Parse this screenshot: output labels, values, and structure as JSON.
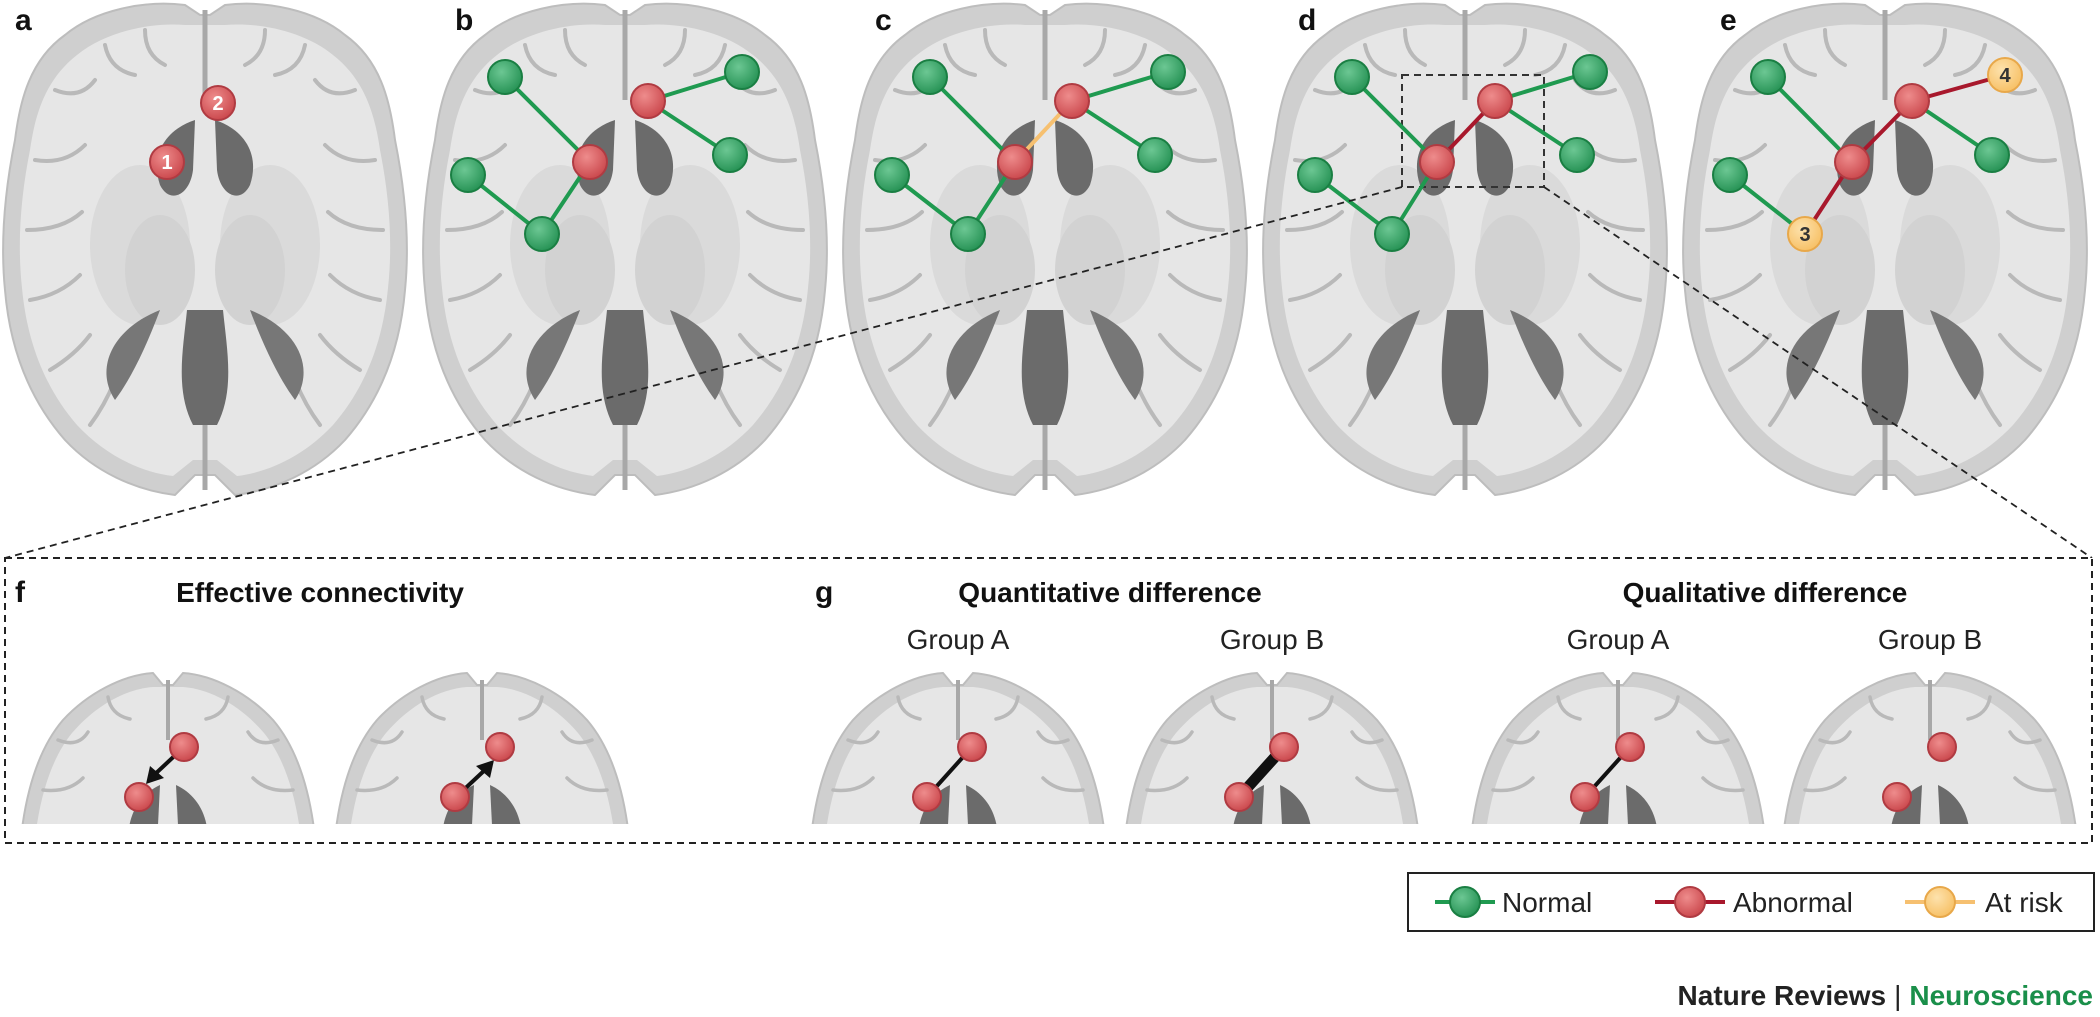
{
  "colors": {
    "normal": "#2f9e5f",
    "normal_edge": "#1f8a4c",
    "abnormal": "#d95b5b",
    "abnormal_edge": "#a8182c",
    "at_risk": "#fbcd7e",
    "at_risk_edge": "#f2c06d",
    "field_credit": "#1a8f4a"
  },
  "panels": {
    "a": {
      "label": "a",
      "node_numbers": [
        "1",
        "2"
      ]
    },
    "b": {
      "label": "b"
    },
    "c": {
      "label": "c"
    },
    "d": {
      "label": "d"
    },
    "e": {
      "label": "e",
      "node_numbers": [
        "3",
        "4"
      ]
    },
    "f": {
      "label": "f",
      "heading": "Effective connectivity"
    },
    "g": {
      "label": "g",
      "quantitative_heading": "Quantitative difference",
      "qualitative_heading": "Qualitative difference",
      "group_a": "Group A",
      "group_b": "Group B"
    }
  },
  "legend": {
    "normal": "Normal",
    "abnormal": "Abnormal",
    "at_risk": "At risk"
  },
  "credit": {
    "journal": "Nature Reviews",
    "separator": "|",
    "field": "Neuroscience"
  }
}
